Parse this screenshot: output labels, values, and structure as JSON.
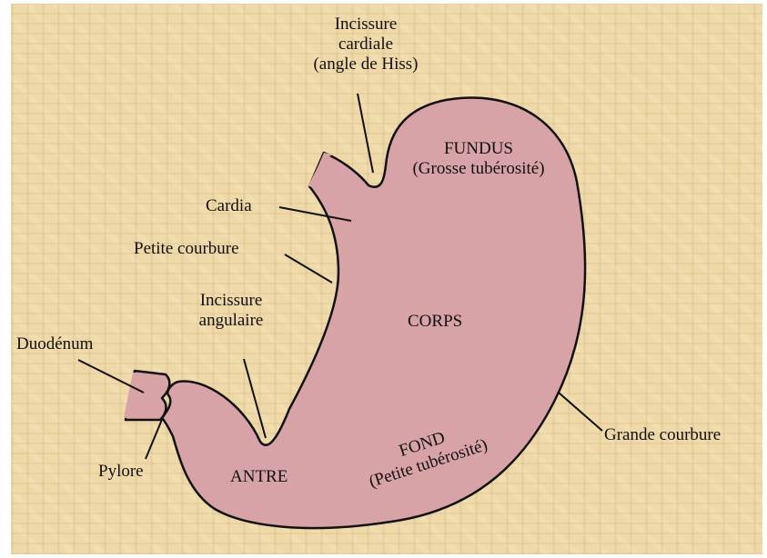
{
  "labels": {
    "incisure_cardiale": [
      "Incissure",
      "cardiale",
      "(angle de Hiss)"
    ],
    "fundus": [
      "FUNDUS",
      "(Grosse tubérosité)"
    ],
    "cardia": "Cardia",
    "petite_courbure": "Petite courbure",
    "incisure_angulaire": [
      "Incissure",
      "angulaire"
    ],
    "corps": "CORPS",
    "duodenum": "Duodénum",
    "pylore": "Pylore",
    "antre": "ANTRE",
    "fond": [
      "FOND",
      "(Petite tubérosité)"
    ],
    "grande_courbure": "Grande courbure"
  },
  "colors": {
    "stomach_fill": "#d8a3a6",
    "outline": "#111111",
    "background": "#efd9a9"
  }
}
